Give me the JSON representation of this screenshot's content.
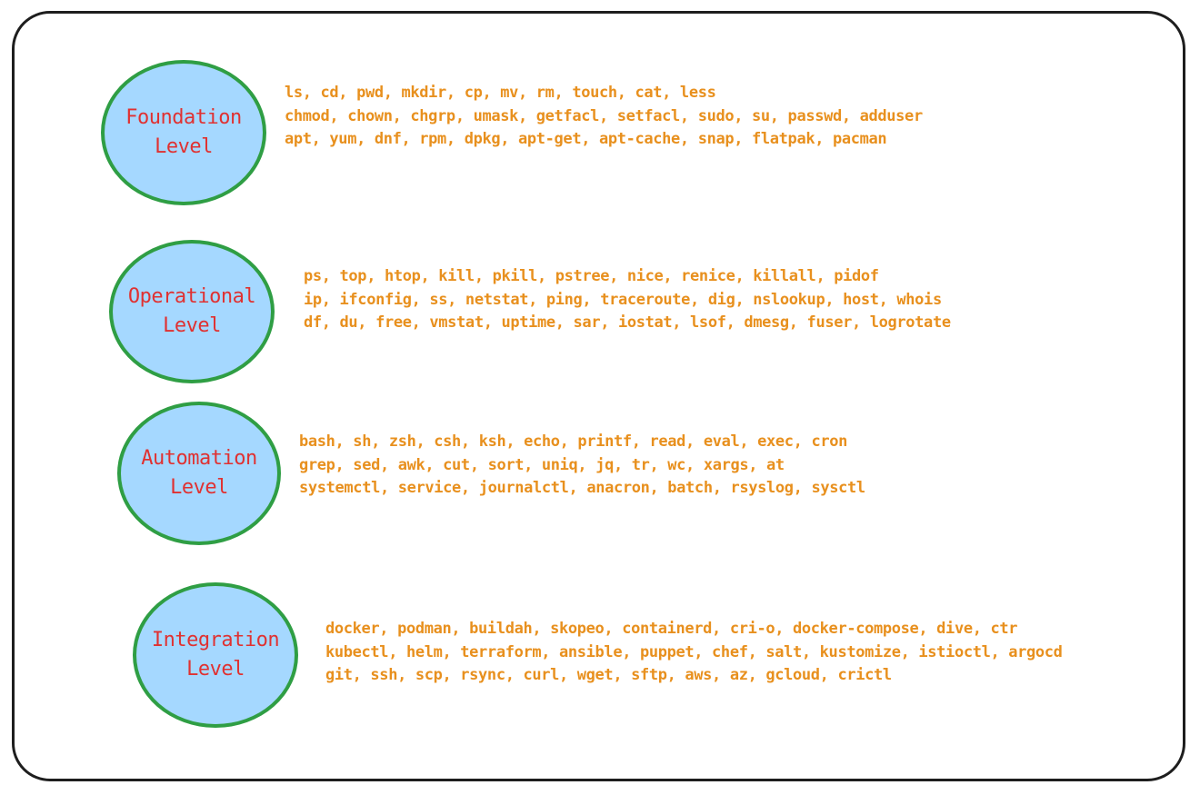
{
  "diagram": {
    "colors": {
      "frame_border": "#1e1e1e",
      "circle_fill": "#a5d8ff",
      "circle_border": "#2f9e44",
      "level_label": "#e03131",
      "command_text": "#e8901e"
    },
    "levels": [
      {
        "name": "Foundation",
        "suffix": "Level",
        "commands": [
          "ls, cd, pwd, mkdir, cp, mv, rm, touch, cat, less",
          "chmod, chown, chgrp, umask, getfacl, setfacl, sudo, su, passwd, adduser",
          "apt, yum, dnf, rpm, dpkg, apt-get, apt-cache, snap, flatpak, pacman"
        ]
      },
      {
        "name": "Operational",
        "suffix": "Level",
        "commands": [
          "ps, top, htop, kill, pkill, pstree, nice, renice, killall, pidof",
          "ip, ifconfig, ss, netstat, ping, traceroute, dig, nslookup, host, whois",
          "df, du, free, vmstat, uptime, sar, iostat, lsof, dmesg, fuser, logrotate"
        ]
      },
      {
        "name": "Automation",
        "suffix": "Level",
        "commands": [
          "bash, sh, zsh, csh, ksh, echo, printf, read, eval, exec, cron",
          "grep, sed, awk, cut, sort, uniq, jq, tr, wc, xargs, at",
          "systemctl, service, journalctl, anacron, batch, rsyslog, sysctl"
        ]
      },
      {
        "name": "Integration",
        "suffix": "Level",
        "commands": [
          "docker, podman, buildah, skopeo, containerd, cri-o, docker-compose, dive, ctr",
          "kubectl, helm, terraform, ansible, puppet, chef, salt, kustomize, istioctl, argocd",
          "git, ssh, scp, rsync, curl, wget, sftp, aws, az, gcloud, crictl"
        ]
      }
    ]
  }
}
